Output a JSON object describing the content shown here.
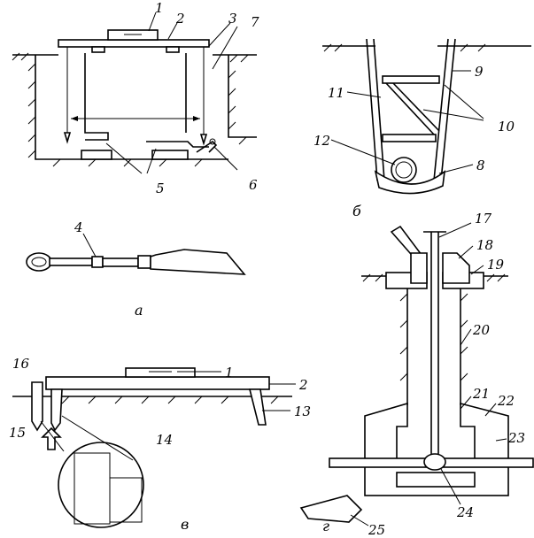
{
  "figure": {
    "panels": {
      "a": {
        "caption": "а",
        "labels": [
          "1",
          "2",
          "3",
          "7",
          "5",
          "6",
          "4"
        ]
      },
      "b": {
        "caption": "б",
        "labels": [
          "9",
          "11",
          "10",
          "12",
          "8"
        ]
      },
      "v": {
        "caption": "в",
        "labels": [
          "16",
          "1",
          "2",
          "13",
          "15",
          "14"
        ]
      },
      "g": {
        "caption": "г",
        "labels": [
          "17",
          "18",
          "19",
          "20",
          "21",
          "22",
          "23",
          "24",
          "25"
        ]
      }
    }
  },
  "labels": {
    "l1": "1",
    "l2": "2",
    "l3": "3",
    "l7": "7",
    "l5": "5",
    "l6": "6",
    "l4": "4",
    "l9": "9",
    "l11": "11",
    "l10": "10",
    "l12": "12",
    "l8": "8",
    "l16": "16",
    "l1b": "1",
    "l2b": "2",
    "l13": "13",
    "l15": "15",
    "l14": "14",
    "l17": "17",
    "l18": "18",
    "l19": "19",
    "l20": "20",
    "l21": "21",
    "l22": "22",
    "l23": "23",
    "l24": "24",
    "l25": "25"
  },
  "captions": {
    "a": "а",
    "b": "б",
    "v": "в",
    "g": "г"
  }
}
